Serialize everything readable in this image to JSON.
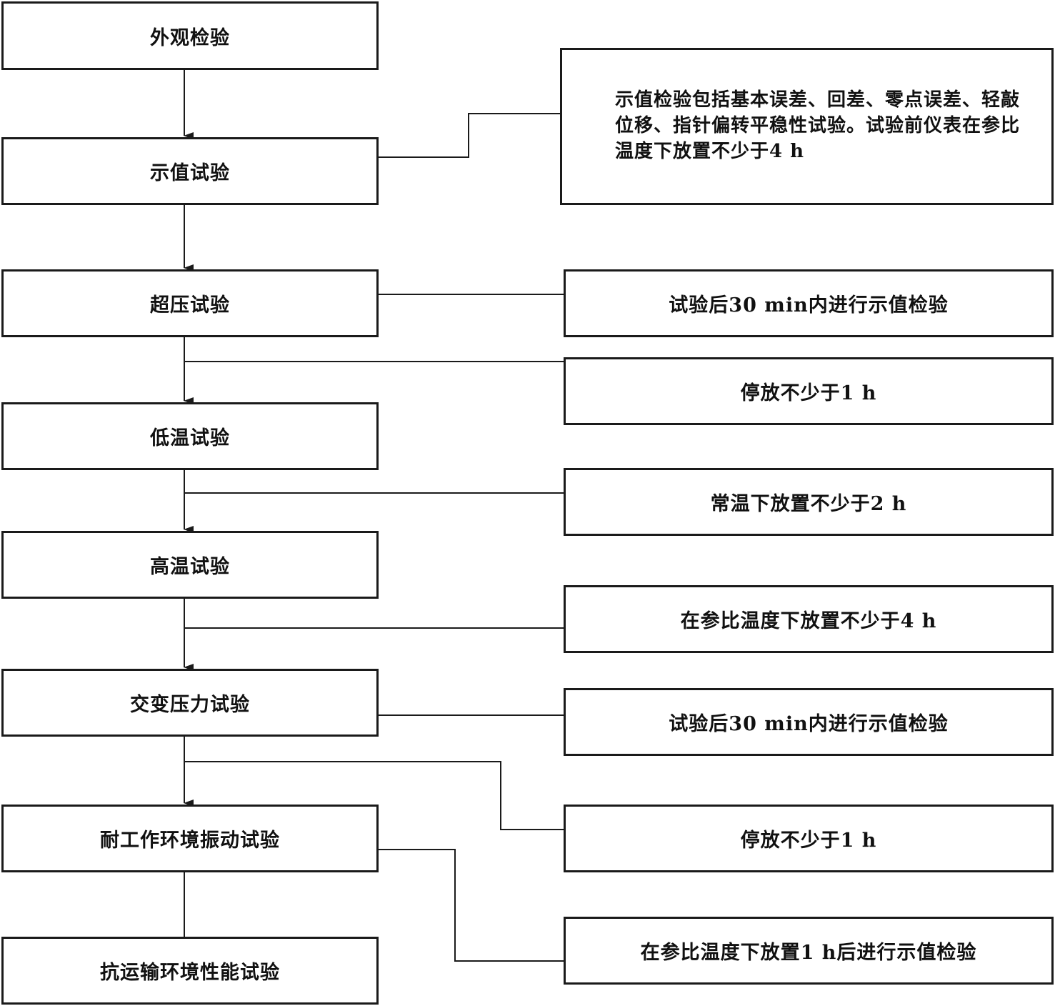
{
  "steps": [
    {
      "label": "外观检验"
    },
    {
      "label": "示值试验"
    },
    {
      "label": "超压试验"
    },
    {
      "label": "低温试验"
    },
    {
      "label": "高温试验"
    },
    {
      "label": "交变压力试验"
    },
    {
      "label": "耐工作环境振动试验"
    },
    {
      "label": "抗运输环境性能试验"
    }
  ],
  "notes": [
    {
      "label": "示值检验包括基本误差、回差、零点误差、轻敲位移、指针偏转平稳性试验。试验前仪表在参比温度下放置不少于4 h"
    },
    {
      "label": "试验后30 min内进行示值检验"
    },
    {
      "label": "停放不少于1 h"
    },
    {
      "label": "常温下放置不少于2 h"
    },
    {
      "label": "在参比温度下放置不少于4 h"
    },
    {
      "label": "试验后30 min内进行示值检验"
    },
    {
      "label": "停放不少于1 h"
    },
    {
      "label": "在参比温度下放置1 h后进行示值检验"
    }
  ],
  "colors": {
    "line": "#1a1a1a",
    "box_border": "#1a1a1a",
    "text": "#111111",
    "background": "#ffffff"
  }
}
